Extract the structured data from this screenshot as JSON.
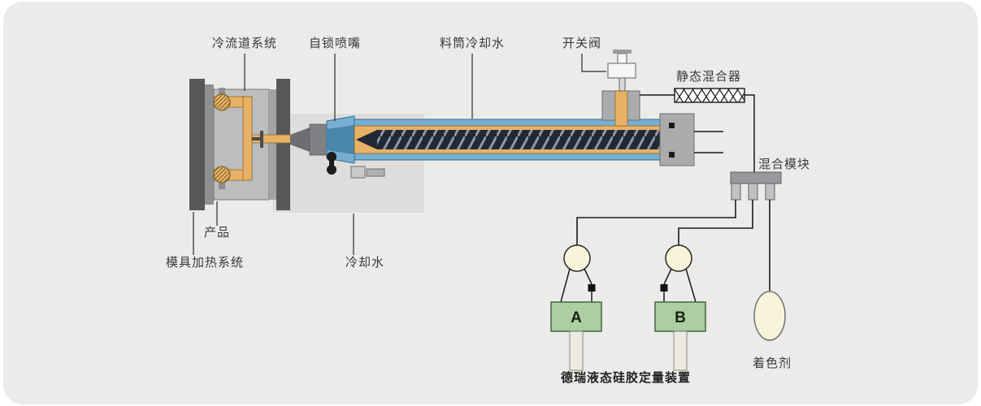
{
  "caption": "德瑞液态硅胶定量装置",
  "labels": {
    "cold_runner_system": "冷流道系统",
    "self_locking_nozzle": "自锁喷嘴",
    "barrel_cooling_water": "料筒冷却水",
    "on_off_valve": "开关阀",
    "static_mixer": "静态混合器",
    "mixing_module": "混合模块",
    "product": "产品",
    "mold_heating_system": "模具加热系统",
    "cooling_water": "冷却水",
    "colorant": "着色剂",
    "component_a": "A",
    "component_b": "B"
  },
  "colors": {
    "background": "#ebebe9",
    "machine_orange": "#e8b165",
    "cooling_blue": "#78aed2",
    "screw_dark": "#222935",
    "pump_green": "#abcfa3",
    "cream": "#f8f4da",
    "plate_dark": "#57585a",
    "line": "#2a2a2a"
  }
}
